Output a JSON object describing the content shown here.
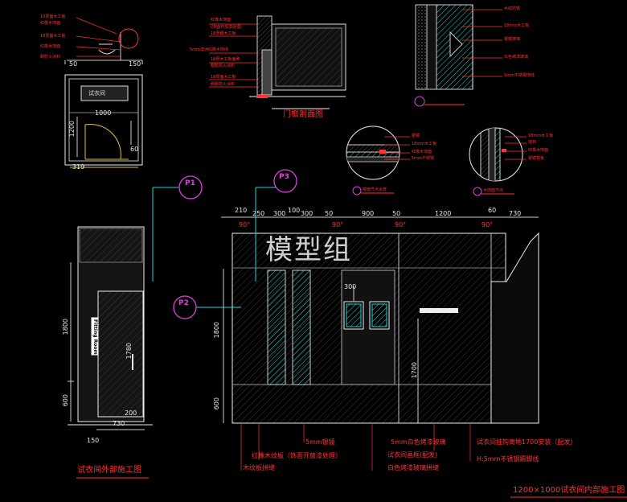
{
  "watermark": "模型组",
  "tags": [
    "P1",
    "P3",
    "P2"
  ],
  "top_door_section": {
    "title": "门框剖面图",
    "notes": [
      "红橡木饰面",
      "(饰面开放漆处理)",
      "18厚细木工板",
      "5mm澳洲红橡木饰线",
      "18厚木工板面刷",
      "粗胶防火涂料",
      "18厚面木工板",
      "刷胶防火涂料"
    ]
  },
  "top_right_section": {
    "notes": [
      "木纹防锈",
      "18mm木工板",
      "银镜玻璃",
      "白色烤漆玻璃",
      "5mm不锈钢饰线"
    ]
  },
  "top_left_plan": {
    "dims": [
      "50",
      "150",
      "1000",
      "1200",
      "60",
      "319"
    ],
    "label": "试衣间",
    "notes": [
      "10厚面木工板",
      "红橡木饰面",
      "18厚面木工板",
      "红橡木饰面",
      "刷防火涂料"
    ]
  },
  "detail_circles": [
    {
      "title": "镜面节点大样",
      "notes": [
        "银镜",
        "18mm木工板",
        "红橡木饰面",
        "5mm不锈钢"
      ]
    },
    {
      "title": "木饰面节点",
      "notes": [
        "18mm木工板",
        "挂钩",
        "红橡木饰面",
        "银镜背板"
      ]
    }
  ],
  "left_elevation": {
    "door_sign": "Fitting Room",
    "dims_left": [
      "1800",
      "600"
    ],
    "dims_inner": [
      "1780",
      "200"
    ],
    "dims_bottom": [
      "730",
      "150"
    ],
    "caption": "试衣间外部施工图"
  },
  "main_elevation": {
    "top_dims": [
      "210",
      "250",
      "300",
      "100",
      "300",
      "50",
      "900",
      "50",
      "1200",
      "60",
      "730"
    ],
    "angles": [
      "90°",
      "90°",
      "90°",
      "90°"
    ],
    "left_dims": [
      "1800",
      "600"
    ],
    "inner_dims": [
      "300",
      "1700"
    ],
    "notes_left": [
      "5mm银镜",
      "红橡木纹板（饰面开放漆处理）",
      "木纹板拼缝"
    ],
    "notes_mid": [
      "5mm白色烤漆玻璃",
      "试衣间画框(配发)",
      "白色烤漆玻璃拼缝"
    ],
    "notes_right": [
      "试衣间挂钩离地1700安装（配发）",
      "H:5mm不锈钢踢脚线"
    ],
    "caption": "1200×1000试衣间内部施工图"
  }
}
